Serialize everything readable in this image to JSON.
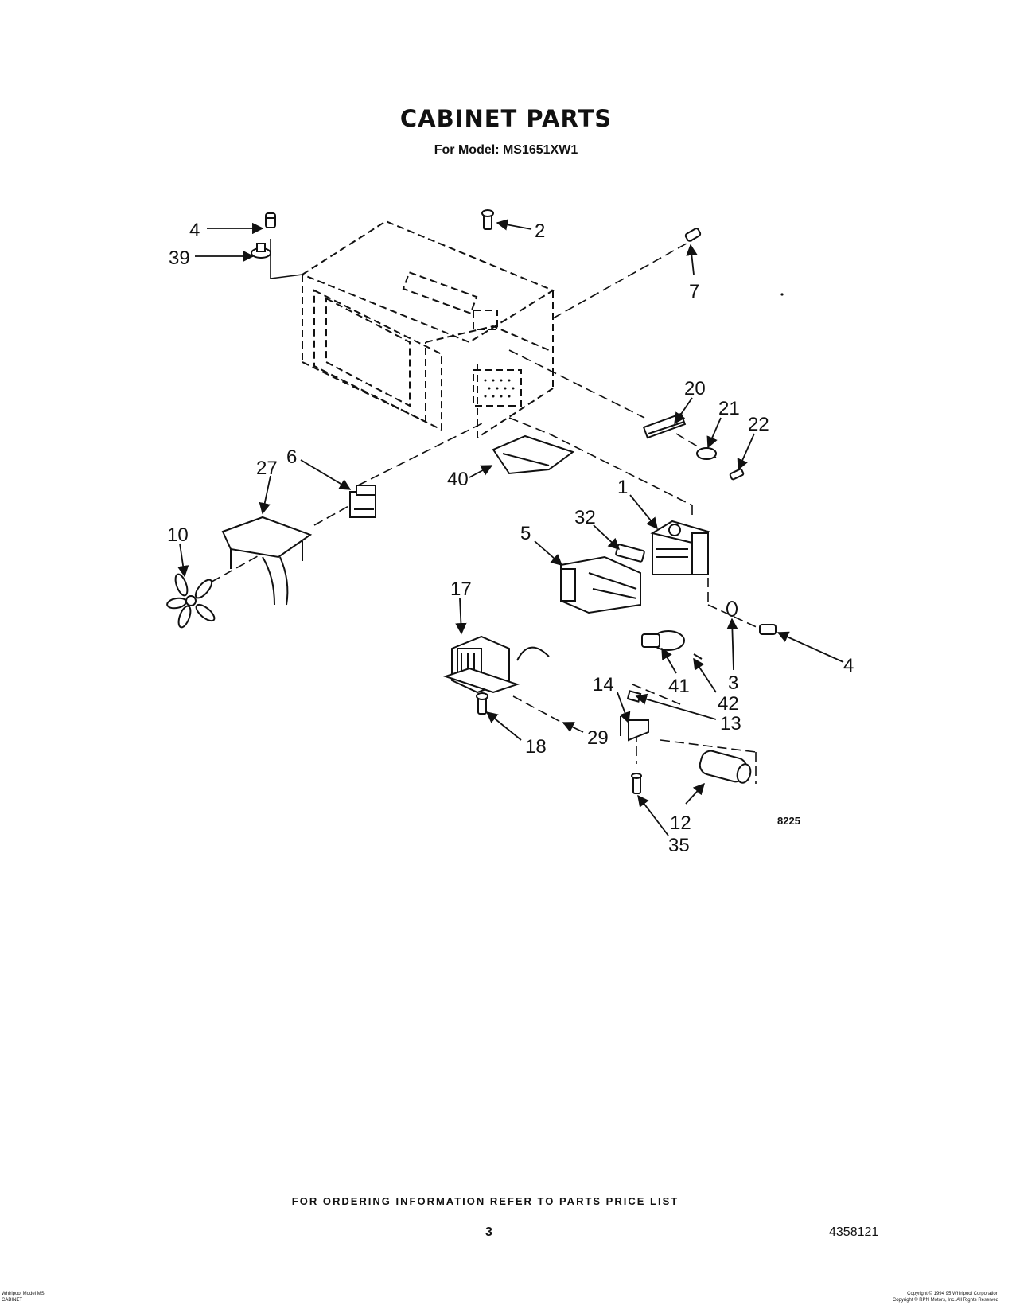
{
  "title": "CABINET PARTS",
  "subtitle": "For Model: MS1651XW1",
  "diagram_ref": "8225",
  "callouts": {
    "c4a": "4",
    "c39": "39",
    "c2": "2",
    "c7": "7",
    "c20": "20",
    "c21": "21",
    "c22": "22",
    "c40": "40",
    "c6": "6",
    "c27": "27",
    "c10": "10",
    "c1": "1",
    "c32": "32",
    "c5": "5",
    "c17": "17",
    "c4b": "4",
    "c3": "3",
    "c41": "41",
    "c42": "42",
    "c14": "14",
    "c13": "13",
    "c29": "29",
    "c18": "18",
    "c12": "12",
    "c35": "35"
  },
  "footer": {
    "order_note": "FOR ORDERING INFORMATION REFER TO PARTS PRICE LIST",
    "page_number": "3",
    "document_number": "4358121",
    "left_line1": "Whirlpool Model MS",
    "left_line2": "CABINET",
    "right_line1": "Copyright © 1994 95 Whirlpool Corporation",
    "right_line2": "Copyright © RPN Motors, Inc. All Rights Reserved"
  }
}
